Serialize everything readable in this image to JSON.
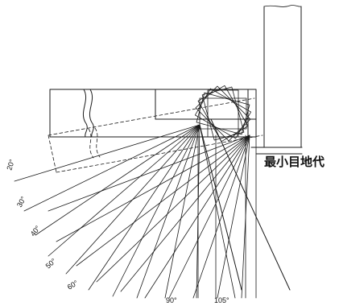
{
  "caption": "最小目地代",
  "angle_labels": [
    "20°",
    "30°",
    "40°",
    "50°",
    "60°",
    "90°",
    "105°"
  ]
}
